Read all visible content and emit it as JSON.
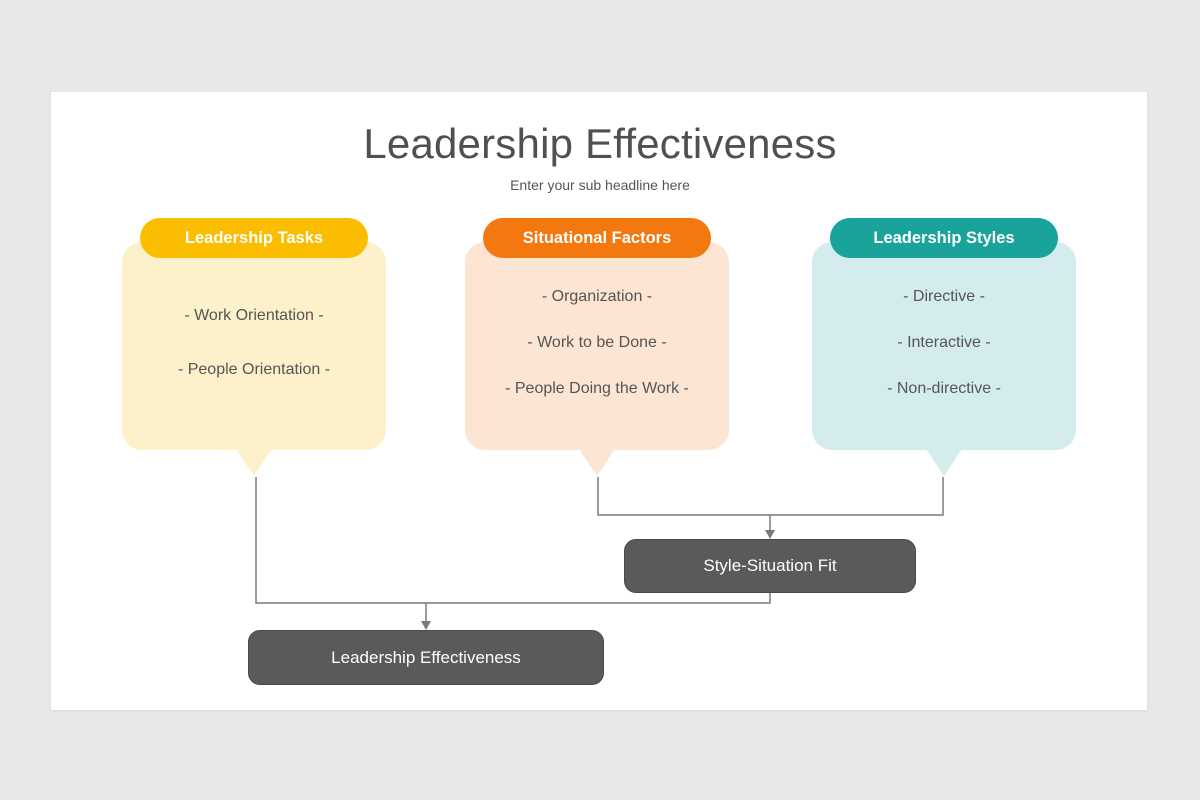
{
  "title": "Leadership Effectiveness",
  "subtitle": "Enter your sub headline here",
  "colors": {
    "tasks": "#fbbd00",
    "factors": "#f2780f",
    "styles": "#1aa39a",
    "dark_box": "#5a5a5a"
  },
  "cards": [
    {
      "heading": "Leadership Tasks",
      "items": [
        "- Work Orientation -",
        "- People Orientation -"
      ]
    },
    {
      "heading": "Situational Factors",
      "items": [
        "- Organization -",
        "- Work to be Done -",
        "- People Doing the Work -"
      ]
    },
    {
      "heading": "Leadership Styles",
      "items": [
        "- Directive -",
        "- Interactive -",
        "- Non-directive -"
      ]
    }
  ],
  "boxes": {
    "style_fit": "Style-Situation Fit",
    "effectiveness": "Leadership Effectiveness"
  }
}
